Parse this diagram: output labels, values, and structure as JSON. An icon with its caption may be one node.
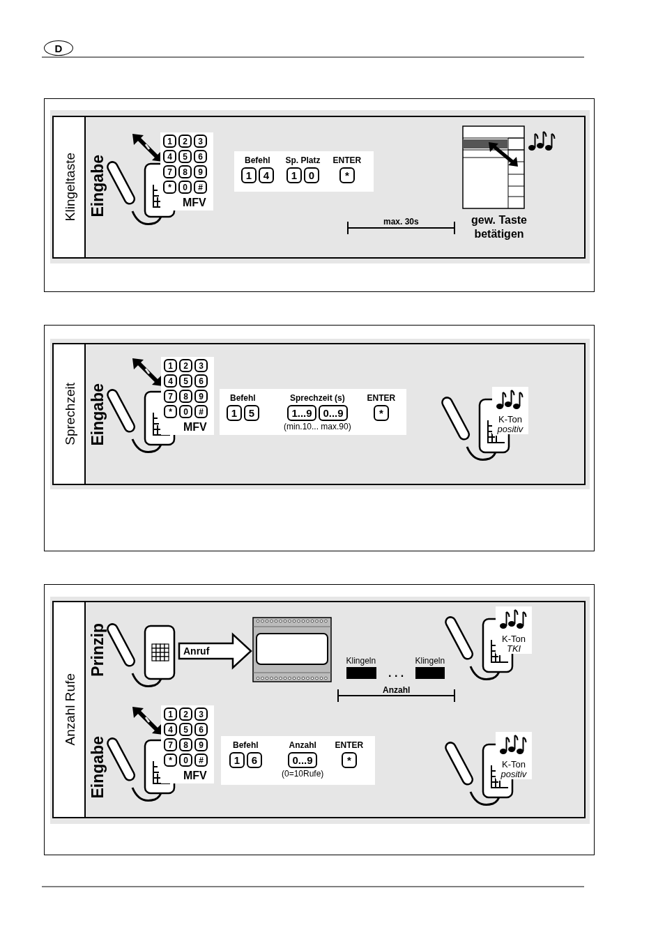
{
  "diagram": {
    "nodes": [
      {
        "text": [
          "D"
        ]
      },
      {
        "text": [],
        "shape": "picture"
      },
      {
        "text": [],
        "shape": "box"
      }
    ],
    "edges": [
      {
        "from": 1,
        "to": 2,
        "arrow": "to",
        "label": "Anruf"
      }
    ],
    "labels": [
      "Klingeltaste",
      "Eingabe",
      "1",
      "2",
      "3",
      "4",
      "5",
      "6",
      "7",
      "8",
      "9",
      "*",
      "0",
      "#",
      "MFV",
      "Befehl",
      "1",
      "4",
      "Sp. Platz",
      "1",
      "0",
      "ENTER",
      "*",
      "max. 30s",
      "gew. Taste betätigen",
      "Sprechzeit",
      "Eingabe",
      "1",
      "2",
      "3",
      "4",
      "5",
      "6",
      "7",
      "8",
      "9",
      "*",
      "0",
      "#",
      "MFV",
      "Befehl",
      "1",
      "5",
      "Sprechzeit (s)",
      "1...9",
      "0...9",
      "(min.10... max.90)",
      "ENTER",
      "*",
      "K-Ton",
      "positiv",
      "Anzahl Rufe",
      "Prinzip",
      "Klingeln",
      "Klingeln",
      ". . .",
      "Anzahl",
      "K-Ton",
      "TKI",
      "Eingabe",
      "1",
      "2",
      "3",
      "4",
      "5",
      "6",
      "7",
      "8",
      "9",
      "*",
      "0",
      "#",
      "MFV",
      "Befehl",
      "1",
      "6",
      "Anzahl",
      "0...9",
      "(0=10Rufe)",
      "ENTER",
      "*",
      "K-Ton",
      "positiv"
    ]
  }
}
